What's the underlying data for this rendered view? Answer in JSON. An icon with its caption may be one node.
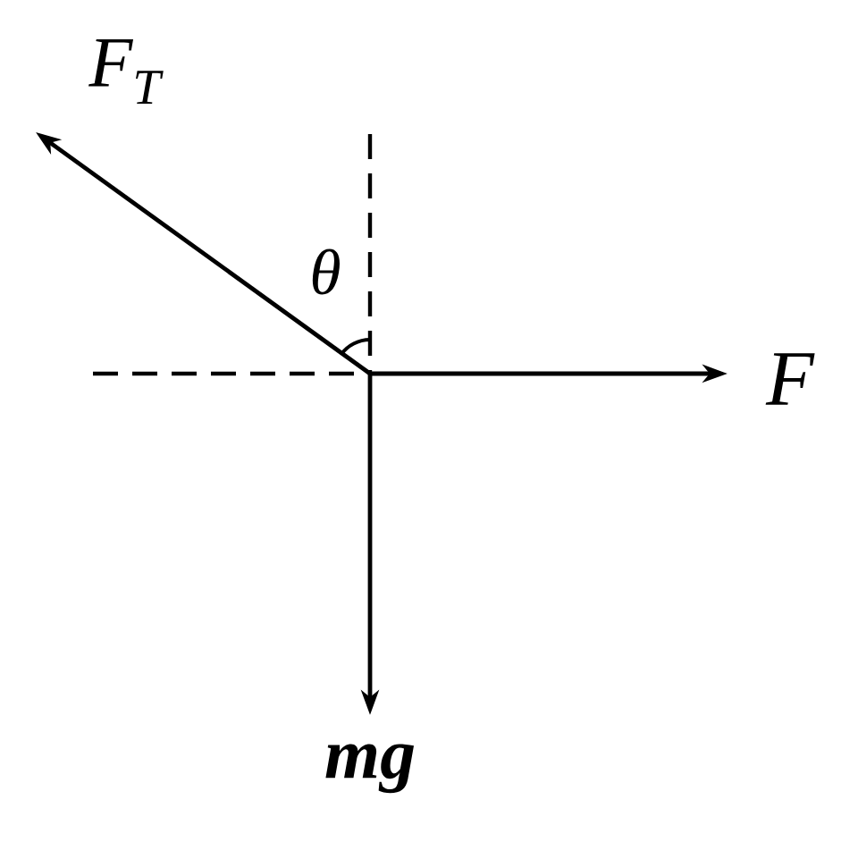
{
  "diagram": {
    "labels": [
      "*F*$_{T}$",
      "θ",
      "F",
      "mg"
    ]
  }
}
